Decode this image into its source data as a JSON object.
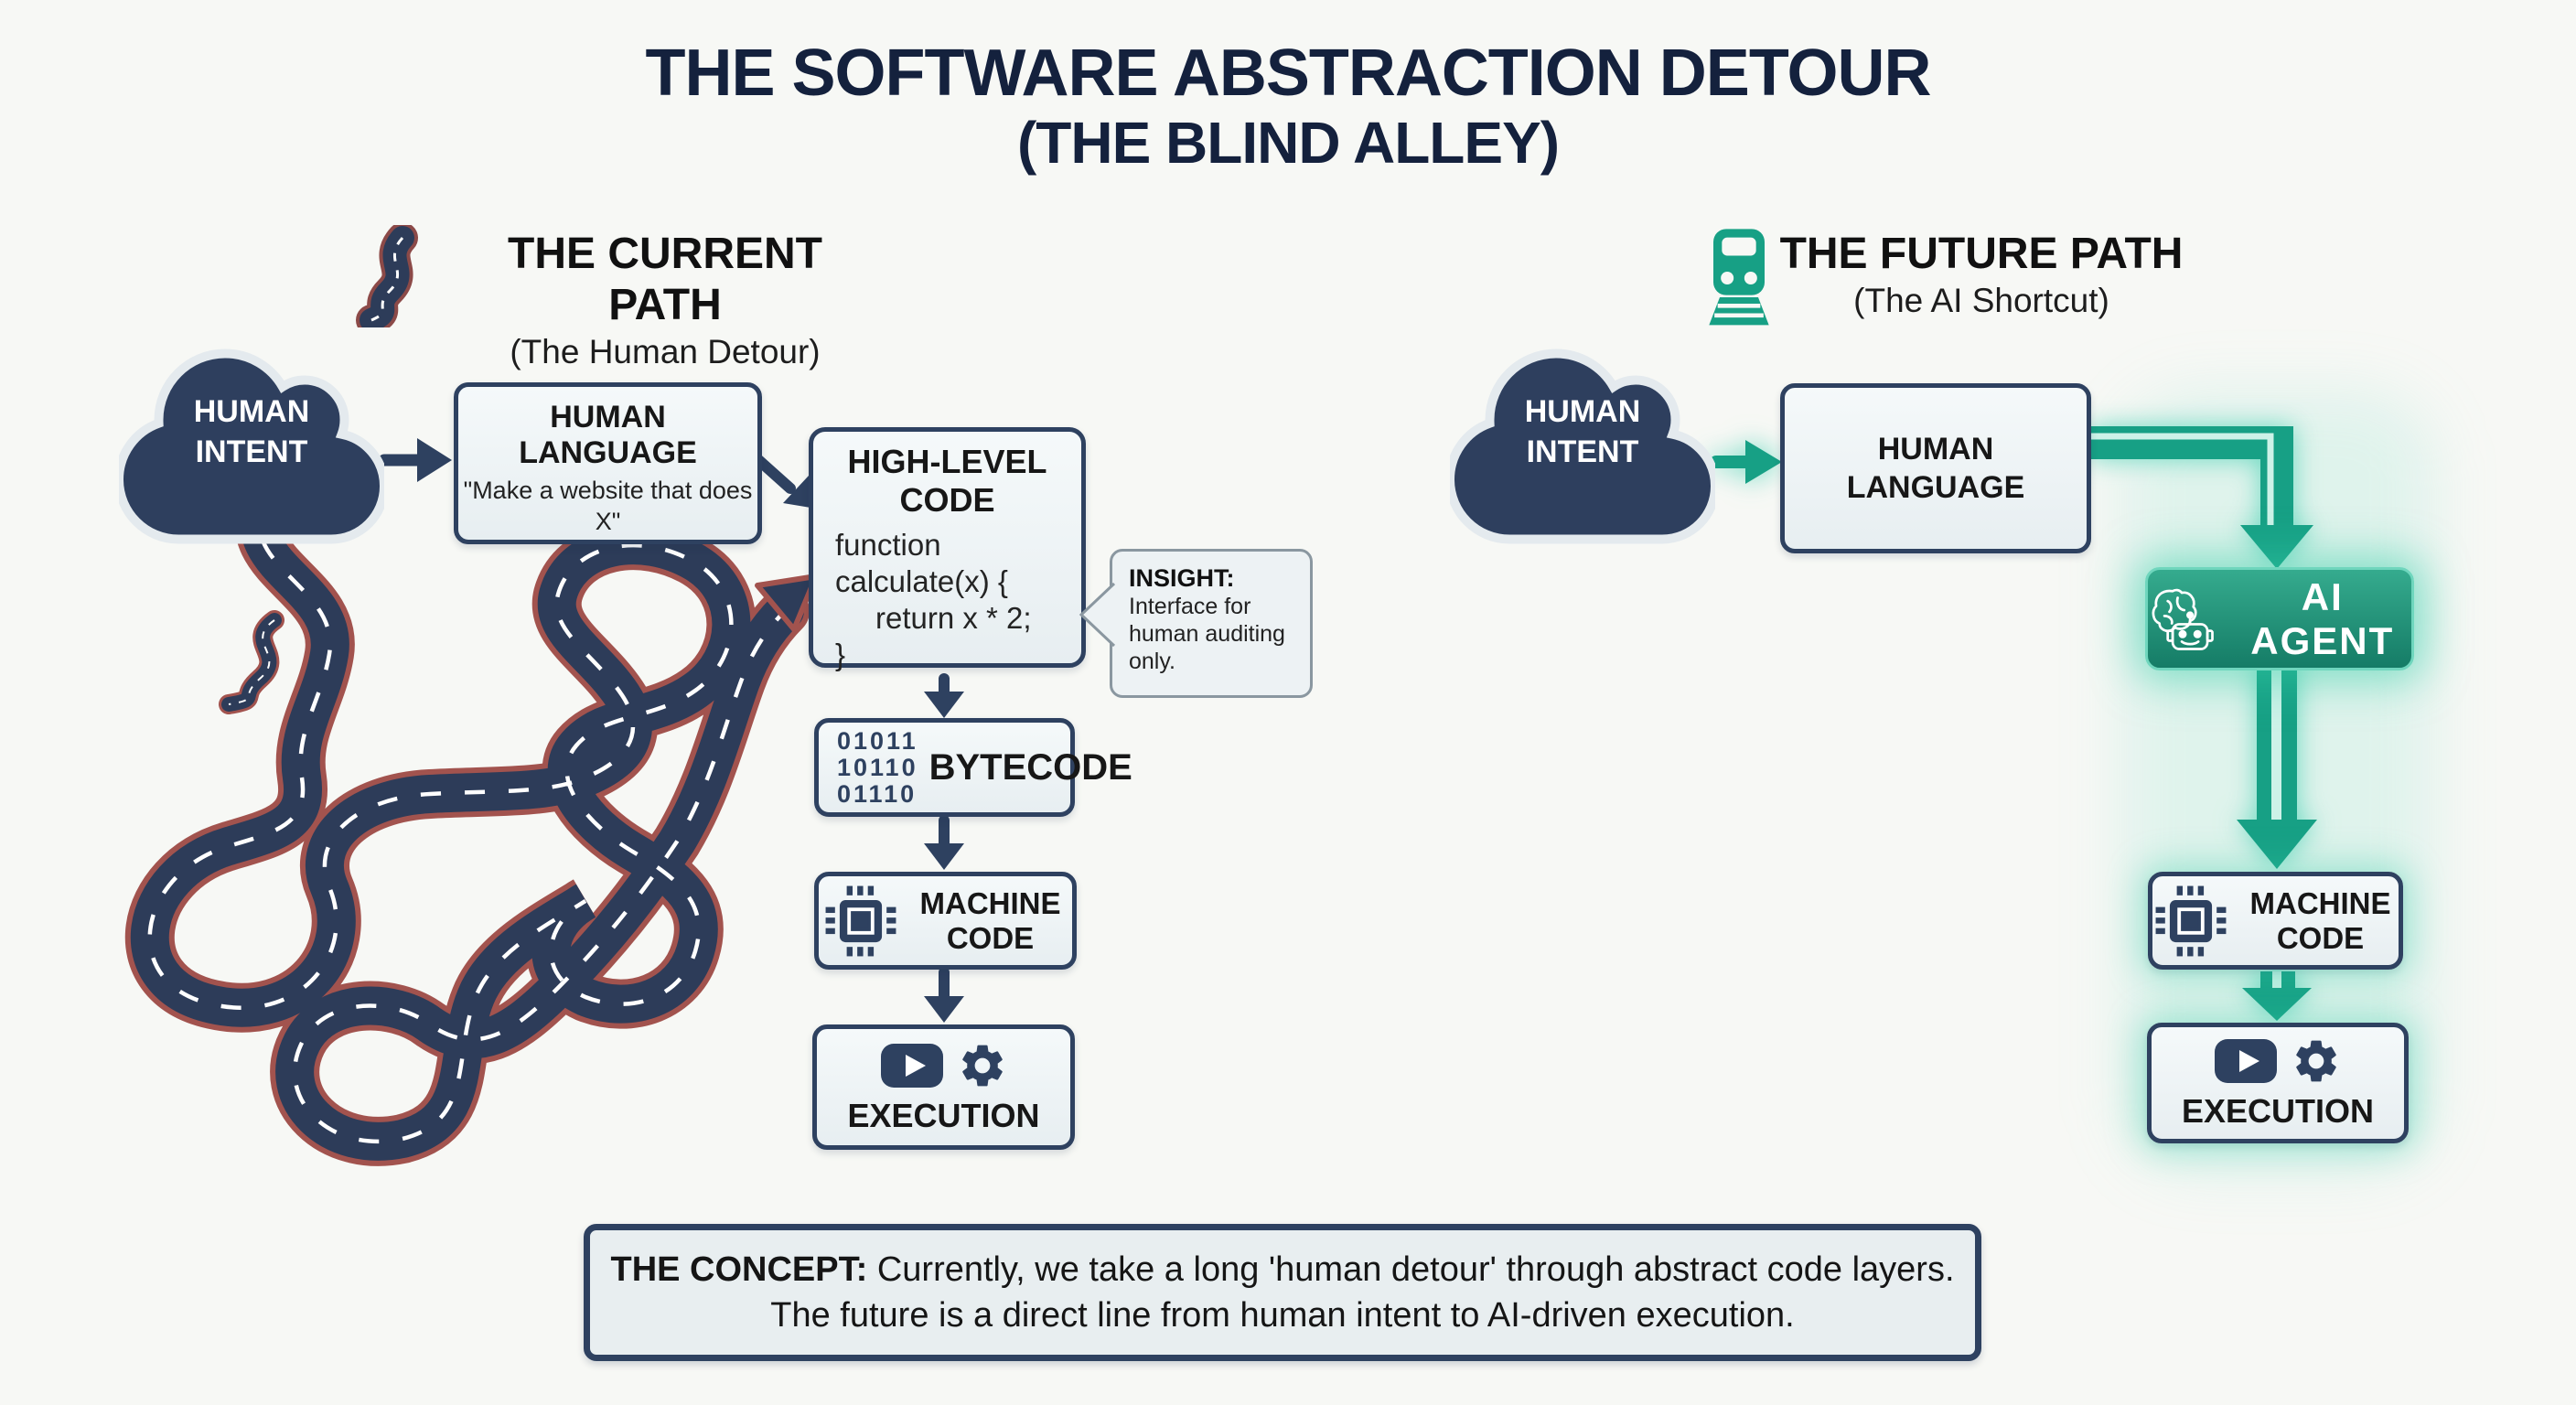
{
  "title": {
    "line1": "THE SOFTWARE ABSTRACTION DETOUR",
    "line2": "(THE BLIND ALLEY)"
  },
  "current_path": {
    "icon": "winding-road-icon",
    "heading": "THE CURRENT PATH",
    "subheading": "(The Human Detour)",
    "human_intent": "HUMAN INTENT",
    "human_language": {
      "title": "HUMAN LANGUAGE",
      "quote": "\"Make a website that does X\""
    },
    "high_level_code": {
      "title": "HIGH-LEVEL CODE",
      "code_lines": [
        "function",
        "calculate(x) {",
        "return x * 2;",
        "}"
      ]
    },
    "insight": {
      "label": "INSIGHT:",
      "text": "Interface for human auditing only."
    },
    "bytecode": {
      "binary_lines": [
        "01011",
        "10110",
        "01110"
      ],
      "label": "BYTECODE"
    },
    "machine_code": "MACHINE CODE",
    "execution": "EXECUTION"
  },
  "future_path": {
    "icon": "train-icon",
    "heading": "THE FUTURE PATH",
    "subheading": "(The AI Shortcut)",
    "human_intent": "HUMAN INTENT",
    "human_language": "HUMAN LANGUAGE",
    "ai_agent": "AI AGENT",
    "machine_code": "MACHINE CODE",
    "execution": "EXECUTION"
  },
  "concept": {
    "label": "THE CONCEPT:",
    "text": "Currently, we take a long 'human detour' through abstract code layers. The future is a direct line from human intent to AI-driven execution."
  },
  "colors": {
    "navy": "#2e4160",
    "title_navy": "#14213d",
    "green": "#17a085",
    "green_light_stripe": "#cdf2e8",
    "road_edge_red": "#a2534e",
    "box_fill": "#e9eef1",
    "background": "#f7f8f5"
  }
}
